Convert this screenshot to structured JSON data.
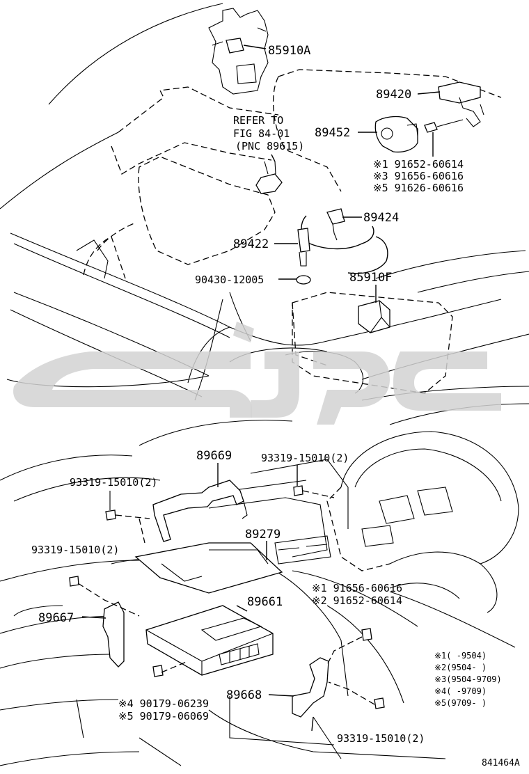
{
  "figure_code": "841464A",
  "refer": {
    "line1": "REFER TO",
    "line2": "FIG 84-01",
    "line3": "(PNC 89615)"
  },
  "watermark_glyphs": "watermark-logo",
  "labels": {
    "p85910A": "85910A",
    "p89420": "89420",
    "p89452": "89452",
    "s1_91652_60614_top": "※1 91652-60614",
    "s3_91656_60616_top": "※3 91656-60616",
    "s5_91626_60616_top": "※5 91626-60616",
    "p89424": "89424",
    "p89422": "89422",
    "p90430_12005": "90430-12005",
    "p85910F": "85910F",
    "p89669": "89669",
    "p93319_15010_2_a": "93319-15010(2)",
    "p93319_15010_2_b": "93319-15010(2)",
    "p89279": "89279",
    "p93319_15010_2_c": "93319-15010(2)",
    "s1_91656_60616_bot": "※1 91656-60616",
    "s2_91652_60614_bot": "※2 91652-60614",
    "p89661": "89661",
    "p89667": "89667",
    "p89668": "89668",
    "s4_90179_06239": "※4 90179-06239",
    "s5_90179_06069": "※5 90179-06069",
    "p93319_15010_2_d": "93319-15010(2)"
  },
  "notes": [
    "※1(    -9504)",
    "※2(9504-    )",
    "※3(9504-9709)",
    "※4(    -9709)",
    "※5(9709-    )"
  ]
}
